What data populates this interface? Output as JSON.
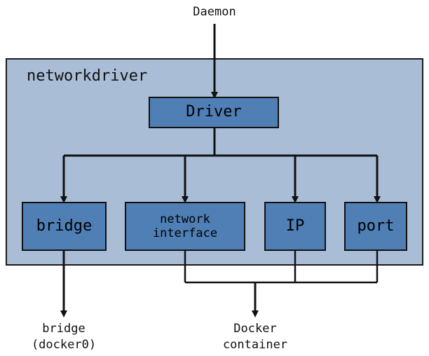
{
  "diagram": {
    "top_input": "Daemon",
    "container_title": "networkdriver",
    "driver": "Driver",
    "components": {
      "bridge": "bridge",
      "network_interface_line1": "network",
      "network_interface_line2": "interface",
      "ip": "IP",
      "port": "port"
    },
    "outputs": {
      "bridge_line1": "bridge",
      "bridge_line2": "(docker0)",
      "container_line1": "Docker",
      "container_line2": "container"
    }
  },
  "colors": {
    "container_fill": "#a9bdd7",
    "box_fill": "#4f7fb5",
    "line": "#111111"
  }
}
